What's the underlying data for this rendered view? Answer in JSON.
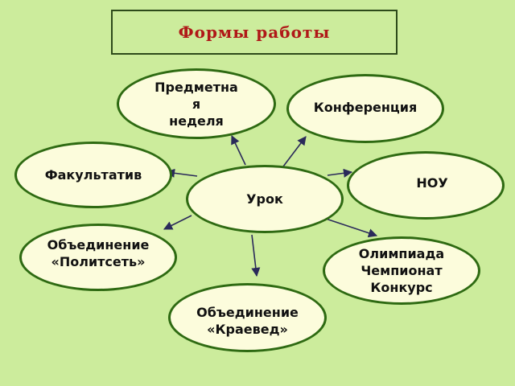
{
  "title": "Формы  работы",
  "center": {
    "label": "Урок"
  },
  "nodes": {
    "subject_week": "Предметная\nнеделя",
    "conference": "Конференция",
    "elective": "Факультатив",
    "nou": "НОУ",
    "politset": "Объединение\n«Политсеть»",
    "olympiad": "Олимпиада\nЧемпионат\nКонкурс",
    "kraeved": "Объединение\n«Краевед»"
  },
  "colors": {
    "background": "#ccec9c",
    "title_text": "#b01818",
    "node_fill": "#fcfcdc",
    "node_border": "#2e6a12",
    "arrows": "#2a2a5a"
  }
}
